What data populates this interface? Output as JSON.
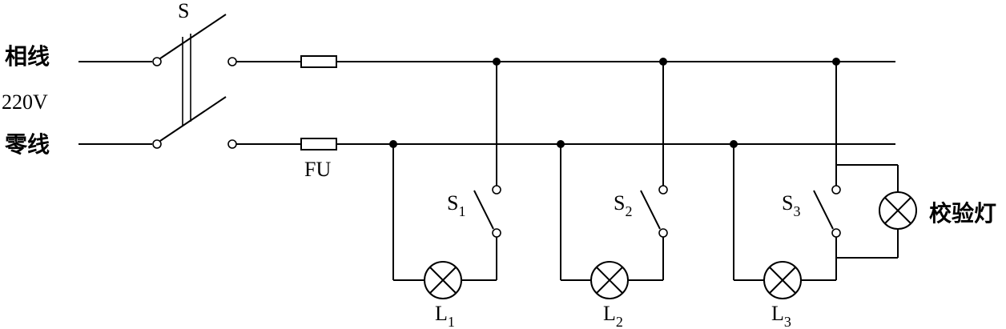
{
  "labels": {
    "phase_line": "相线",
    "voltage": "220V",
    "neutral_line": "零线",
    "main_switch": "S",
    "fuse": "FU",
    "test_lamp": "校验灯"
  },
  "branches": [
    {
      "switch_letter": "S",
      "switch_sub": "1",
      "lamp_letter": "L",
      "lamp_sub": "1"
    },
    {
      "switch_letter": "S",
      "switch_sub": "2",
      "lamp_letter": "L",
      "lamp_sub": "2"
    },
    {
      "switch_letter": "S",
      "switch_sub": "3",
      "lamp_letter": "L",
      "lamp_sub": "3"
    }
  ]
}
